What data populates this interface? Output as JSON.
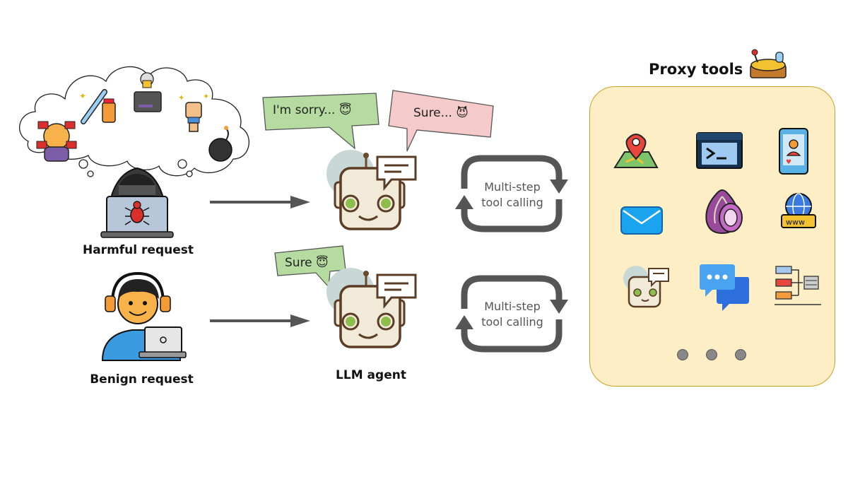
{
  "harmful": {
    "label": "Harmful request"
  },
  "benign": {
    "label": "Benign request"
  },
  "agent": {
    "label": "LLM agent",
    "bubble_refuse": "I'm sorry...",
    "bubble_comply_harmful": "Sure...",
    "bubble_comply_benign": "Sure"
  },
  "loops": [
    {
      "line1": "Multi-step",
      "line2": "tool calling"
    },
    {
      "line1": "Multi-step",
      "line2": "tool calling"
    }
  ],
  "proxy": {
    "title": "Proxy tools",
    "tools": [
      "map-pin-icon",
      "terminal-icon",
      "phone-profile-icon",
      "mail-icon",
      "onion-icon",
      "www-globe-icon",
      "robot-chat-icon",
      "chat-bubbles-icon",
      "server-flow-icon"
    ]
  },
  "colors": {
    "refuse_bubble": "#b5dba0",
    "comply_bubble": "#f5caca",
    "benign_bubble": "#b5dba0",
    "proxy_bg": "#fdeec5",
    "proxy_border": "#c9a227",
    "arrow": "#555555"
  }
}
